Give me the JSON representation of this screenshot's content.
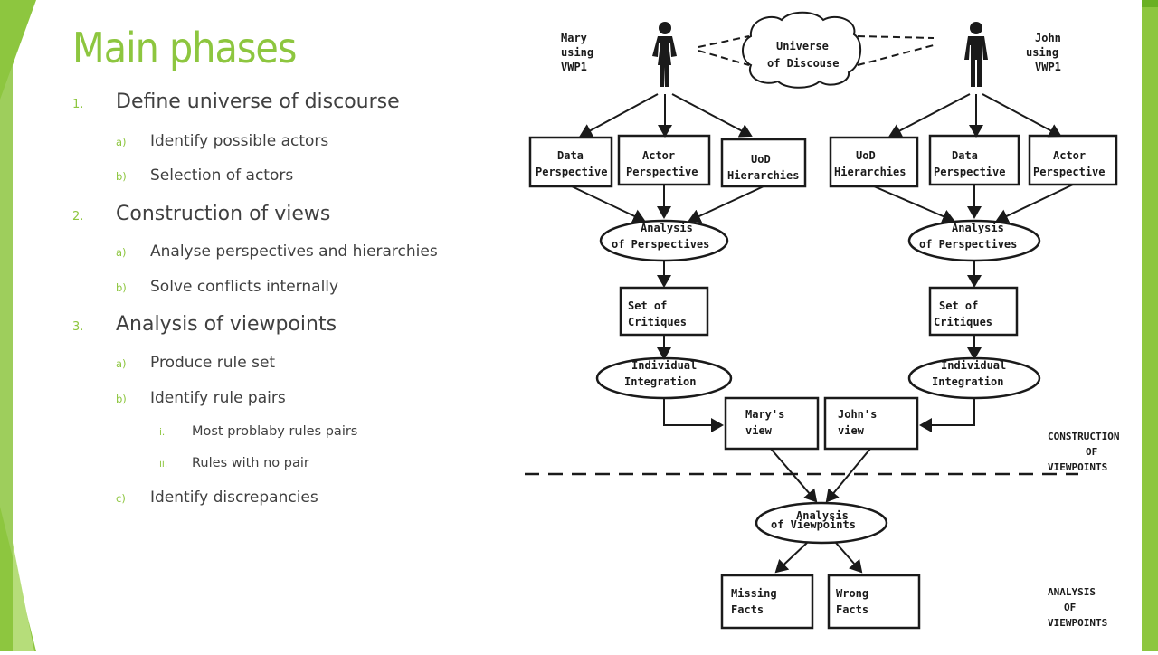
{
  "slide": {
    "title": "Main phases",
    "accent_color": "#8dc63f",
    "outline": [
      {
        "num": "1.",
        "text": "Define universe of discourse"
      },
      {
        "num": "a)",
        "text": "Identify possible actors"
      },
      {
        "num": "b)",
        "text": "Selection  of actors"
      },
      {
        "num": "2.",
        "text": "Construction of views"
      },
      {
        "num": "a)",
        "text": "Analyse perspectives  and hierarchies"
      },
      {
        "num": "b)",
        "text": "Solve conflicts internally"
      },
      {
        "num": "3.",
        "text": "Analysis of viewpoints"
      },
      {
        "num": "a)",
        "text": "Produce rule set"
      },
      {
        "num": "b)",
        "text": "Identify rule pairs"
      },
      {
        "num": "i.",
        "text": "Most problaby rules pairs"
      },
      {
        "num": "ii.",
        "text": "Rules with no pair"
      },
      {
        "num": "c)",
        "text": "Identify discrepancies"
      }
    ]
  },
  "diagram": {
    "mary_label": [
      "Mary",
      "using",
      "VWP1"
    ],
    "john_label": [
      "John",
      "using",
      "VWP1"
    ],
    "universe": [
      "Universe",
      "of  Discouse"
    ],
    "mary_boxes": [
      [
        "Data",
        "Perspective"
      ],
      [
        "Actor",
        "Perspective"
      ],
      [
        "UoD",
        "Hierarchies"
      ]
    ],
    "john_boxes": [
      [
        "UoD",
        "Hierarchies"
      ],
      [
        "Data",
        "Perspective"
      ],
      [
        "Actor",
        "Perspective"
      ]
    ],
    "analysis_persp": [
      "Analysis",
      "of Perspectives"
    ],
    "critiques": [
      "Set of",
      "Critiques"
    ],
    "integration": [
      "Individual",
      "Integration"
    ],
    "mary_view": [
      "Mary's",
      "view"
    ],
    "john_view": [
      "John's",
      "view"
    ],
    "analysis_view": [
      "Analysis",
      "of Viewpoints"
    ],
    "missing": [
      "Missing",
      "Facts"
    ],
    "wrong": [
      "Wrong",
      "Facts"
    ],
    "construction_label": [
      "CONSTRUCTION",
      "OF",
      "VIEWPOINTS"
    ],
    "analysis_label": [
      "ANALYSIS",
      "OF",
      "VIEWPOINTS"
    ]
  }
}
